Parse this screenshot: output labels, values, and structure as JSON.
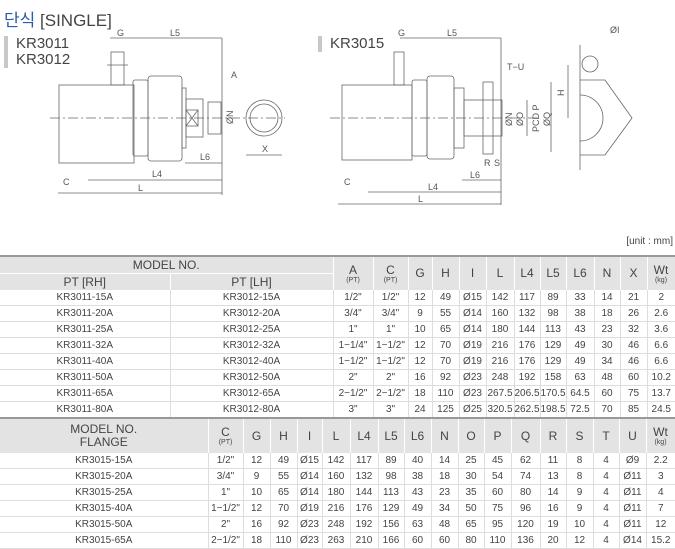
{
  "title": {
    "ko": "단식",
    "en": "[SINGLE]"
  },
  "drawing1": {
    "models": [
      "KR3011",
      "KR3012"
    ],
    "labels": {
      "G": "G",
      "L5": "L5",
      "A": "A",
      "N": "ØN",
      "X": "X",
      "L6": "L6",
      "C": "C",
      "L4": "L4",
      "L": "L"
    }
  },
  "drawing2": {
    "model": "KR3015",
    "labels": {
      "G": "G",
      "L5": "L5",
      "TU": "T−U",
      "I": "ØI",
      "H": "H",
      "N": "ØN",
      "O": "ØO",
      "P": "PCD P",
      "Q": "ØQ",
      "R": "R",
      "S": "S",
      "L6": "L6",
      "C": "C",
      "L4": "L4",
      "L": "L"
    }
  },
  "unit": "[unit : mm]",
  "table1": {
    "model_header": "MODEL NO.",
    "sub_headers": [
      "PT [RH]",
      "PT [LH]"
    ],
    "columns": [
      {
        "name": "A",
        "sub": "(PT)"
      },
      {
        "name": "C",
        "sub": "(PT)"
      },
      {
        "name": "G"
      },
      {
        "name": "H"
      },
      {
        "name": "I"
      },
      {
        "name": "L"
      },
      {
        "name": "L4"
      },
      {
        "name": "L5"
      },
      {
        "name": "L6"
      },
      {
        "name": "N"
      },
      {
        "name": "X"
      },
      {
        "name": "Wt",
        "sub": "(kg)"
      }
    ],
    "rows": [
      [
        "KR3011-15A",
        "KR3012-15A",
        "1/2\"",
        "1/2\"",
        "12",
        "49",
        "Ø15",
        "142",
        "117",
        "89",
        "33",
        "14",
        "21",
        "2"
      ],
      [
        "KR3011-20A",
        "KR3012-20A",
        "3/4\"",
        "3/4\"",
        "9",
        "55",
        "Ø14",
        "160",
        "132",
        "98",
        "38",
        "18",
        "26",
        "2.6"
      ],
      [
        "KR3011-25A",
        "KR3012-25A",
        "1\"",
        "1\"",
        "10",
        "65",
        "Ø14",
        "180",
        "144",
        "113",
        "43",
        "23",
        "32",
        "3.6"
      ],
      [
        "KR3011-32A",
        "KR3012-32A",
        "1−1/4\"",
        "1−1/2\"",
        "12",
        "70",
        "Ø19",
        "216",
        "176",
        "129",
        "49",
        "30",
        "46",
        "6.6"
      ],
      [
        "KR3011-40A",
        "KR3012-40A",
        "1−1/2\"",
        "1−1/2\"",
        "12",
        "70",
        "Ø19",
        "216",
        "176",
        "129",
        "49",
        "34",
        "46",
        "6.6"
      ],
      [
        "KR3011-50A",
        "KR3012-50A",
        "2\"",
        "2\"",
        "16",
        "92",
        "Ø23",
        "248",
        "192",
        "158",
        "63",
        "48",
        "60",
        "10.2"
      ],
      [
        "KR3011-65A",
        "KR3012-65A",
        "2−1/2\"",
        "2−1/2\"",
        "18",
        "110",
        "Ø23",
        "267.5",
        "206.5",
        "170.5",
        "64.5",
        "60",
        "75",
        "13.7"
      ],
      [
        "KR3011-80A",
        "KR3012-80A",
        "3\"",
        "3\"",
        "24",
        "125",
        "Ø25",
        "320.5",
        "262.5",
        "198.5",
        "72.5",
        "70",
        "85",
        "24.5"
      ]
    ]
  },
  "table2": {
    "model_header": "MODEL NO.",
    "sub_header": "FLANGE",
    "columns": [
      {
        "name": "C",
        "sub": "(PT)"
      },
      {
        "name": "G"
      },
      {
        "name": "H"
      },
      {
        "name": "I"
      },
      {
        "name": "L"
      },
      {
        "name": "L4"
      },
      {
        "name": "L5"
      },
      {
        "name": "L6"
      },
      {
        "name": "N"
      },
      {
        "name": "O"
      },
      {
        "name": "P"
      },
      {
        "name": "Q"
      },
      {
        "name": "R"
      },
      {
        "name": "S"
      },
      {
        "name": "T"
      },
      {
        "name": "U"
      },
      {
        "name": "Wt",
        "sub": "(kg)"
      }
    ],
    "rows": [
      [
        "KR3015-15A",
        "1/2\"",
        "12",
        "49",
        "Ø15",
        "142",
        "117",
        "89",
        "40",
        "14",
        "25",
        "45",
        "62",
        "11",
        "8",
        "4",
        "Ø9",
        "2.2"
      ],
      [
        "KR3015-20A",
        "3/4\"",
        "9",
        "55",
        "Ø14",
        "160",
        "132",
        "98",
        "38",
        "18",
        "30",
        "54",
        "74",
        "13",
        "8",
        "4",
        "Ø11",
        "3"
      ],
      [
        "KR3015-25A",
        "1\"",
        "10",
        "65",
        "Ø14",
        "180",
        "144",
        "113",
        "43",
        "23",
        "35",
        "60",
        "80",
        "14",
        "9",
        "4",
        "Ø11",
        "4"
      ],
      [
        "KR3015-40A",
        "1−1/2\"",
        "12",
        "70",
        "Ø19",
        "216",
        "176",
        "129",
        "49",
        "34",
        "50",
        "75",
        "96",
        "16",
        "9",
        "4",
        "Ø11",
        "7"
      ],
      [
        "KR3015-50A",
        "2\"",
        "16",
        "92",
        "Ø23",
        "248",
        "192",
        "156",
        "63",
        "48",
        "65",
        "95",
        "120",
        "19",
        "10",
        "4",
        "Ø11",
        "12"
      ],
      [
        "KR3015-65A",
        "2−1/2\"",
        "18",
        "110",
        "Ø23",
        "263",
        "210",
        "166",
        "60",
        "60",
        "80",
        "110",
        "136",
        "20",
        "12",
        "4",
        "Ø14",
        "15.2"
      ]
    ]
  }
}
